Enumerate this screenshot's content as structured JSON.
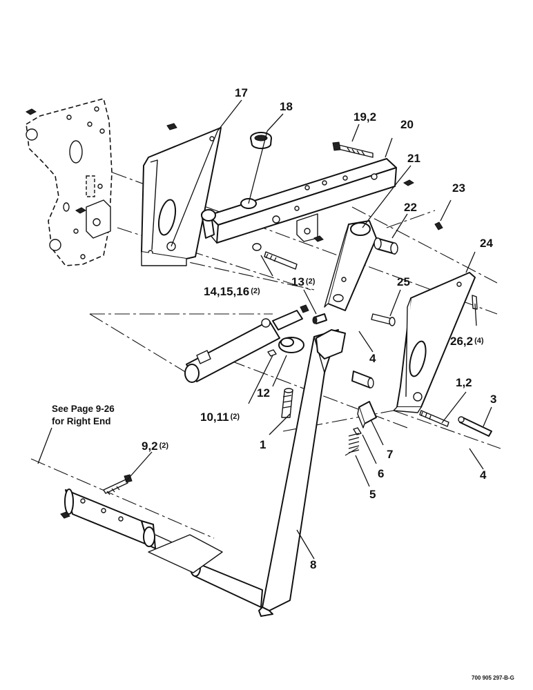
{
  "callouts": [
    {
      "id": "17",
      "label": "17"
    },
    {
      "id": "18",
      "label": "18"
    },
    {
      "id": "19-2",
      "label": "19,2"
    },
    {
      "id": "20",
      "label": "20"
    },
    {
      "id": "21",
      "label": "21"
    },
    {
      "id": "22",
      "label": "22"
    },
    {
      "id": "23",
      "label": "23"
    },
    {
      "id": "24",
      "label": "24"
    },
    {
      "id": "25",
      "label": "25"
    },
    {
      "id": "14-15-16",
      "label": "14,15,16",
      "qty": "(2)"
    },
    {
      "id": "13",
      "label": "13",
      "qty": "(2)"
    },
    {
      "id": "26-2",
      "label": "26,2",
      "qty": "(4)"
    },
    {
      "id": "4a",
      "label": "4"
    },
    {
      "id": "12",
      "label": "12"
    },
    {
      "id": "10-11",
      "label": "10,11",
      "qty": "(2)"
    },
    {
      "id": "1-2",
      "label": "1,2"
    },
    {
      "id": "3",
      "label": "3"
    },
    {
      "id": "1",
      "label": "1"
    },
    {
      "id": "7",
      "label": "7"
    },
    {
      "id": "6",
      "label": "6"
    },
    {
      "id": "4b",
      "label": "4"
    },
    {
      "id": "5",
      "label": "5"
    },
    {
      "id": "9-2",
      "label": "9,2",
      "qty": "(2)"
    },
    {
      "id": "8",
      "label": "8"
    }
  ],
  "note": {
    "line1": "See Page 9-26",
    "line2": "for Right End"
  },
  "figure_number": "700 905 297-B-G"
}
